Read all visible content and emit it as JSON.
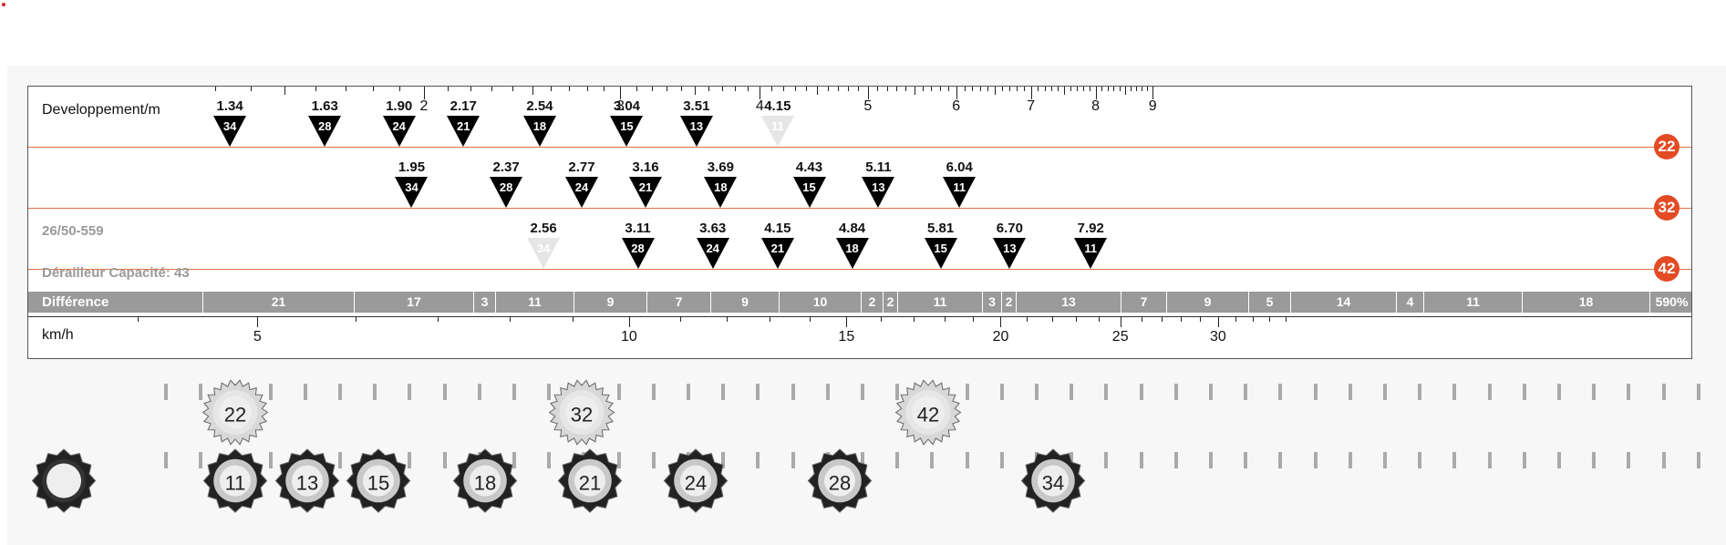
{
  "chart": {
    "dev_label": "Developpement/m",
    "spec_label": "26/50-559",
    "capacity_label": "Dérailleur Capacité: 43",
    "diff_label": "Différence",
    "speed_label": "km/h",
    "dev_ticks": [
      "2",
      "3",
      "4",
      "5",
      "6",
      "7",
      "8",
      "9"
    ],
    "speed_ticks": [
      "5",
      "10",
      "15",
      "20",
      "25",
      "30"
    ],
    "rings": [
      "22",
      "32",
      "42"
    ],
    "rows": [
      [
        {
          "value": "1.34",
          "cog": "34"
        },
        {
          "value": "1.63",
          "cog": "28"
        },
        {
          "value": "1.90",
          "cog": "24"
        },
        {
          "value": "2.17",
          "cog": "21"
        },
        {
          "value": "2.54",
          "cog": "18"
        },
        {
          "value": "3.04",
          "cog": "15"
        },
        {
          "value": "3.51",
          "cog": "13"
        },
        {
          "value": "4.15",
          "cog": "11",
          "faded": true
        }
      ],
      [
        {
          "value": "1.95",
          "cog": "34"
        },
        {
          "value": "2.37",
          "cog": "28"
        },
        {
          "value": "2.77",
          "cog": "24"
        },
        {
          "value": "3.16",
          "cog": "21"
        },
        {
          "value": "3.69",
          "cog": "18"
        },
        {
          "value": "4.43",
          "cog": "15"
        },
        {
          "value": "5.11",
          "cog": "13"
        },
        {
          "value": "6.04",
          "cog": "11"
        }
      ],
      [
        {
          "value": "2.56",
          "cog": "34",
          "faded": true
        },
        {
          "value": "3.11",
          "cog": "28"
        },
        {
          "value": "3.63",
          "cog": "24"
        },
        {
          "value": "4.15",
          "cog": "21"
        },
        {
          "value": "4.84",
          "cog": "18"
        },
        {
          "value": "5.81",
          "cog": "15"
        },
        {
          "value": "6.70",
          "cog": "13"
        },
        {
          "value": "7.92",
          "cog": "11"
        }
      ]
    ],
    "differences": [
      "21",
      "17",
      "3",
      "11",
      "9",
      "7",
      "9",
      "10",
      "2",
      "2",
      "11",
      "3",
      "2",
      "13",
      "7",
      "9",
      "5",
      "14",
      "4",
      "11",
      "18",
      "590%"
    ]
  },
  "chainrings": [
    "22",
    "32",
    "42"
  ],
  "cogs": [
    "11",
    "13",
    "15",
    "18",
    "21",
    "24",
    "28",
    "34"
  ],
  "colors": {
    "ring_line": "#e0703f",
    "ring_badge": "#e24b23",
    "diff_bar": "#9a9a9a",
    "marker": "#000000"
  }
}
